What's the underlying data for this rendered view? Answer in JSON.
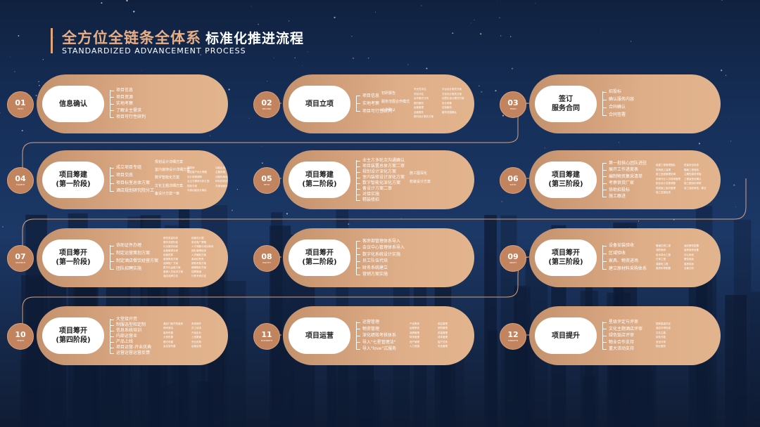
{
  "header": {
    "title": "全方位全链条全体系",
    "subtitle": "标准化推进流程",
    "title_en": "STANDARDIZED ADVANCEMENT PROCESS"
  },
  "colors": {
    "accent": "#e2a57a",
    "card": "#d8a882",
    "badge": "#c2835f"
  },
  "stages": [
    {
      "num": "01",
      "en": "FIRST",
      "label": [
        "信息确认"
      ],
      "items": [
        "项目信息",
        "项目资源",
        "实地考察",
        "了解业主需求",
        "项目可行性研判"
      ]
    },
    {
      "num": "02",
      "en": "SECOND",
      "label": [
        "项目立项"
      ],
      "items": [
        "项目信息",
        "实地考察",
        "项目可行性研判"
      ],
      "subs": [
        "初研报告",
        "服务范围合作模式",
        "合作确认"
      ],
      "details": [
        "专业性评估",
        "项目评估",
        "合作模式分析",
        "顾问服务",
        "运营管理",
        "全面委托",
        "顾问设计委托方案",
        "平台设计委托方案",
        "文化设计委托方案",
        "创意化设计委托方案",
        "设计统筹",
        "定制服务",
        "服务范围确认"
      ]
    },
    {
      "num": "03",
      "en": "THIRD",
      "label": [
        "签订",
        "服务合同"
      ],
      "items": [
        "招投标",
        "确认服务内容",
        "合同确认",
        "合同签署"
      ]
    },
    {
      "num": "04",
      "en": "FOURTH",
      "label": [
        "项目筹建",
        "(第一阶段)"
      ],
      "items": [
        "成立项目专组",
        "项目交底",
        "项目标室总体方案",
        "酒店规划研究院分工"
      ],
      "subs": [
        "规划设计详细方案",
        "室内装饰设计详细方案",
        "数字智能化方案",
        "文化主题详细方案",
        "备设计方案一审"
      ],
      "details": [
        "建筑师",
        "确定客户设计需要",
        "设计前期调研",
        "业主方需求分析汇报",
        "规划方案",
        "平面功能设计确认",
        "功能区设计图方案",
        "主题风格、特色",
        "功能布局设计图",
        "材料的初步选材方案",
        "方案深度设计"
      ]
    },
    {
      "num": "05",
      "en": "FIFTH",
      "label": [
        "项目筹建",
        "(第二阶段)"
      ],
      "items": [
        "业主方多轮次沟通确认",
        "项目装置总体方案二审",
        "规划设计深化方案",
        "室内装修设计深化方案",
        "数字智能化深化方案",
        "备设计方案二审",
        "对接实施",
        "精装修招"
      ],
      "subs": [
        "施工图深化",
        "软装设计方案"
      ]
    },
    {
      "num": "06",
      "en": "SIXTH",
      "label": [
        "项目筹建",
        "(第三阶段)"
      ],
      "items": [
        "第一批核心团队进驻",
        "展开工作进度表",
        "编制物资集采清单",
        "考察供货厂家",
        "协助招投标",
        "施工跟进"
      ],
      "details": [
        "组建工程管理团队",
        "现场施工监理",
        "施工进度管理协调",
        "现场作业人员现场管理",
        "配合设计变更调整",
        "规划施工组织管理",
        "施工进度检查",
        "质量安全检查",
        "隐蔽工程验收",
        "主题性建材样板",
        "工程量签证确认",
        "施工图深化审核",
        "竣工验收审查、移交"
      ]
    },
    {
      "num": "07",
      "en": "SEVENTH",
      "label": [
        "项目筹开",
        "(第一阶段)"
      ],
      "items": [
        "协助证件办理",
        "制定运营策划方案",
        "制定酒店餐饮经营方案",
        "团队招聘实施"
      ],
      "details": [
        "服务质量标准",
        "服务流程标准",
        "礼仪服务标准",
        "运营管理手册",
        "经营预算",
        "营销策划方案",
        "品牌推广方案",
        "数字化运营方案",
        "营销人员培训方案",
        "酒店品牌文化",
        "经营设计图",
        "制定推广策略",
        "人才储备与培训体系",
        "团队管理培训",
        "人员编制方案",
        "各岗位职责",
        "绩效考核方案",
        "薪酬福利方案",
        "招聘渠道",
        "行政专家论证"
      ]
    },
    {
      "num": "08",
      "en": "EIGHTH",
      "label": [
        "项目筹开",
        "(第二阶段)"
      ],
      "items": [
        "客房部管理体系导入",
        "会议中心管理体系导入",
        "数字化系统设计实施",
        "员工队伍代培",
        "财务系统建立",
        "营销方案实施"
      ]
    },
    {
      "num": "09",
      "en": "NINTH",
      "label": [
        "项目筹开",
        "(第三阶段)"
      ],
      "items": [
        "设备安装验收",
        "区域验收",
        "家具、物资进场",
        "建立原材料采购体系"
      ],
      "details": [
        "暖通空调工程",
        "消防喷淋",
        "给水排水工程",
        "灯饰工程",
        "强弱电工程",
        "客房布草配置",
        "酒店餐饮配置",
        "客房厨房设备",
        "办公用品",
        "餐饮用品",
        "客房用品",
        "全景分析"
      ]
    },
    {
      "num": "10",
      "en": "TENTH",
      "label": [
        "项目筹开",
        "(第四阶段)"
      ],
      "items": [
        "大堂接开荒",
        "制服选型和定制",
        "信息系统培训",
        "内部运营业",
        "产品上线",
        "项目运营-开业庆典",
        "运营运营运营反馈"
      ],
      "details": [
        "酒店门面开荒装修",
        "房间清洁",
        "客房布置",
        "大堂布置",
        "餐厅布置",
        "会议室布置",
        "系统操作",
        "员工培训",
        "产品定价",
        "上线渠道",
        "开业庆典",
        "运营反馈"
      ]
    },
    {
      "num": "11",
      "en": "ELEVENTH",
      "label": [
        "项目运营"
      ],
      "items": [
        "运营管理",
        "物资管理",
        "深化绩效考核体系",
        "导入\"七星管理法\"",
        "导入\"love\"式服务"
      ],
      "details": [
        "产品策划",
        "运营策划",
        "品牌管理",
        "财务管理",
        "资产管理",
        "人力资源",
        "收益管理",
        "采购管理",
        "质量管理",
        "成本管理",
        "客户关系",
        "安全管理"
      ]
    },
    {
      "num": "12",
      "en": "TWELFTH",
      "label": [
        "项目提升"
      ],
      "items": [
        "星级评定与评审",
        "文化主题酒店评审",
        "绿色饭店评审",
        "物业合作支持",
        "重大活动支持"
      ],
      "details": [
        "国家星级评定",
        "酒店评审标准",
        "文化主题",
        "绿色节能",
        "安全评审",
        "物业服务"
      ]
    }
  ]
}
